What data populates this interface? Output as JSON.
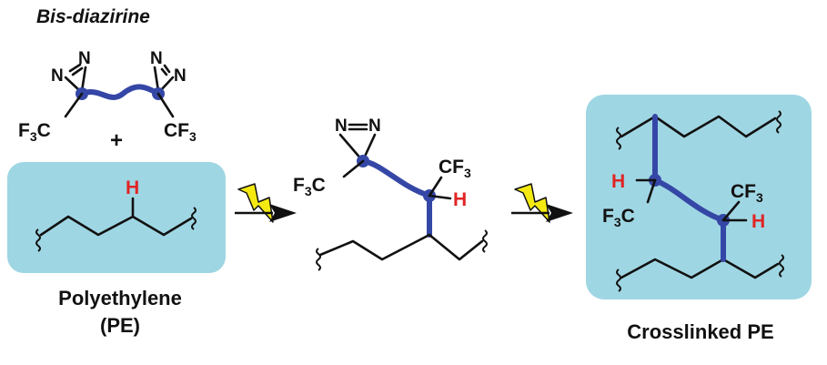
{
  "colors": {
    "panel_fill": "#9fd6e3",
    "linker": "#3547a6",
    "hydrogen": "#e02424",
    "bolt": "#f4ea12",
    "text": "#111111"
  },
  "reagent": {
    "title": "Bis-diazirine",
    "n": "N",
    "cf3_left": {
      "main": "F",
      "sub": "3",
      "tail": "C"
    },
    "cf3_right": {
      "main": "CF",
      "sub": "3"
    },
    "plus": "+"
  },
  "polymer": {
    "h": "H",
    "name_line1": "Polyethylene",
    "name_line2": "(PE)"
  },
  "intermediate": {
    "n": "N",
    "cf3_left": {
      "main": "F",
      "sub": "3",
      "tail": "C"
    },
    "cf3_right": {
      "main": "CF",
      "sub": "3"
    },
    "h": "H"
  },
  "product": {
    "h": "H",
    "cf3_left": {
      "main": "F",
      "sub": "3",
      "tail": "C"
    },
    "cf3_right": {
      "main": "CF",
      "sub": "3"
    },
    "name": "Crosslinked PE"
  },
  "icons": [
    "lightning-icon",
    "arrow-right-icon"
  ]
}
